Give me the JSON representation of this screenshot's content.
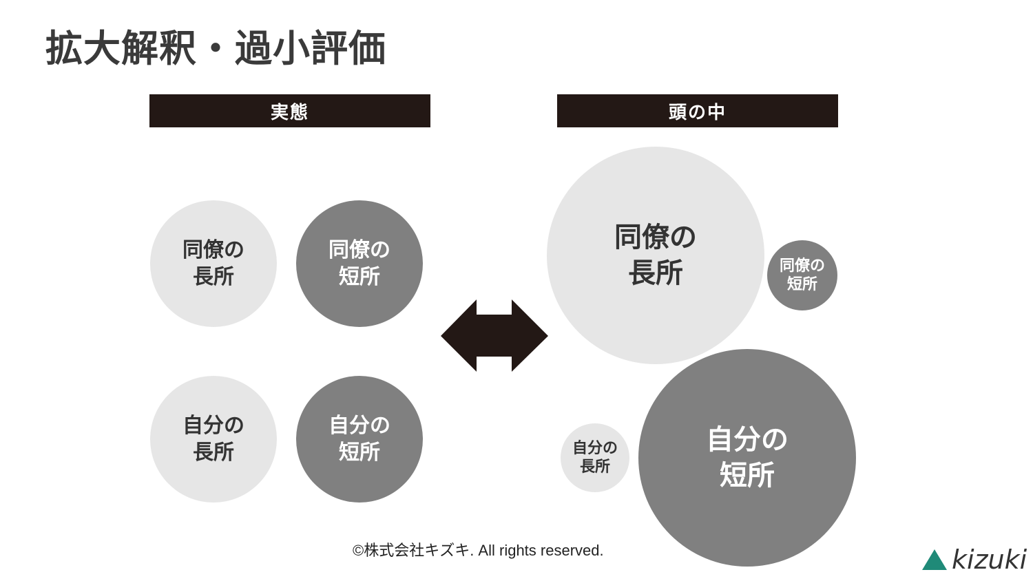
{
  "title": "拡大解釈・過小評価",
  "panels": {
    "left": {
      "header": "実態",
      "circles": [
        {
          "line1": "同僚の",
          "line2": "長所"
        },
        {
          "line1": "同僚の",
          "line2": "短所"
        },
        {
          "line1": "自分の",
          "line2": "長所"
        },
        {
          "line1": "自分の",
          "line2": "短所"
        }
      ]
    },
    "right": {
      "header": "頭の中",
      "circles": [
        {
          "line1": "同僚の",
          "line2": "長所"
        },
        {
          "line1": "同僚の",
          "line2": "短所"
        },
        {
          "line1": "自分の",
          "line2": "長所"
        },
        {
          "line1": "自分の",
          "line2": "短所"
        }
      ]
    }
  },
  "footer": {
    "copyright": "©株式会社キズキ. All rights reserved.",
    "logo_text": "kizuki"
  },
  "colors": {
    "header_bg": "#231815",
    "light_circle": "#e6e6e6",
    "dark_circle": "#808080",
    "logo_accent": "#1f8a78"
  }
}
